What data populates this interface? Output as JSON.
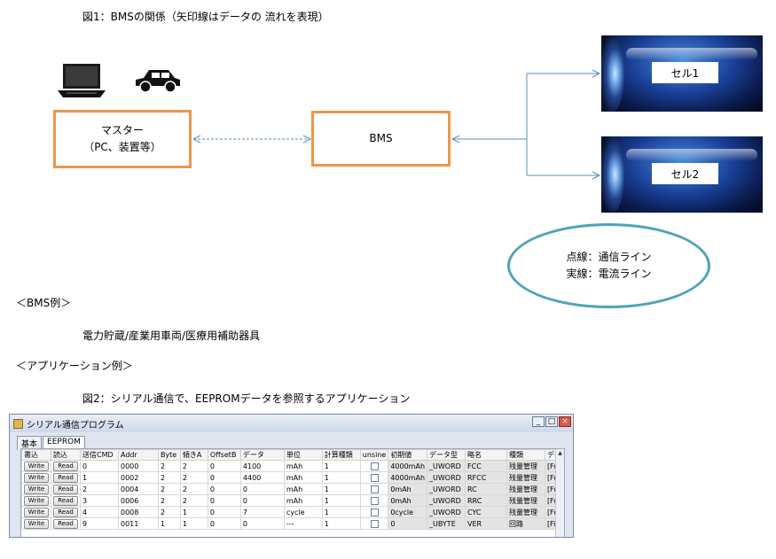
{
  "figure1": {
    "caption": "図1：BMSの関係（矢印線はデータの 流れを表現）",
    "icons": [
      "laptop-icon",
      "car-icon"
    ],
    "master_box": {
      "line1": "マスター",
      "line2": "（PC、装置等）"
    },
    "bms_box": "BMS",
    "cells": [
      "セル1",
      "セル2"
    ],
    "legend": {
      "line1": "点線：通信ライン",
      "line2": "実線：電流ライン"
    },
    "colors": {
      "box_border": "#f0954a",
      "arrow": "#5a8fb8",
      "legend_border": "#4fa3b8"
    }
  },
  "bms_examples": {
    "heading": "＜BMS例＞",
    "text": "電力貯蔵/産業用車両/医療用補助器具"
  },
  "app_examples": {
    "heading": "＜アプリケーション例＞"
  },
  "figure2": {
    "caption": "図2：シリアル通信で、EEPROMデータを参照するアプリケーション",
    "window": {
      "title": "シリアル通信プログラム",
      "tabs": [
        "基本",
        "EEPROM"
      ],
      "active_tab": "EEPROM",
      "columns": [
        "書込",
        "読込",
        "送信CMD",
        "Addr",
        "Byte",
        "傾きA",
        "OffsetB",
        "データ",
        "単位",
        "計算種類",
        "unsine",
        "初期値",
        "データ型",
        "略名",
        "種類",
        "デー"
      ],
      "write_label": "Write",
      "read_label": "Read",
      "rows": [
        {
          "cmd": "0",
          "addr": "0000",
          "byte": "2",
          "slope": "2",
          "offset": "0",
          "data": "4100",
          "unit": "mAh",
          "calc": "1",
          "init": "4000mAh",
          "dtype": "_UWORD",
          "abbr": "FCC",
          "kind": "残量管理",
          "extra": "[Fu"
        },
        {
          "cmd": "1",
          "addr": "0002",
          "byte": "2",
          "slope": "2",
          "offset": "0",
          "data": "4400",
          "unit": "mAh",
          "calc": "1",
          "init": "4000mAh",
          "dtype": "_UWORD",
          "abbr": "RFCC",
          "kind": "残量管理",
          "extra": "[Fu"
        },
        {
          "cmd": "2",
          "addr": "0004",
          "byte": "2",
          "slope": "2",
          "offset": "0",
          "data": "0",
          "unit": "mAh",
          "calc": "1",
          "init": "0mAh",
          "dtype": "_UWORD",
          "abbr": "RC",
          "kind": "残量管理",
          "extra": "[Fu"
        },
        {
          "cmd": "3",
          "addr": "0006",
          "byte": "2",
          "slope": "2",
          "offset": "0",
          "data": "0",
          "unit": "mAh",
          "calc": "1",
          "init": "0mAh",
          "dtype": "_UWORD",
          "abbr": "RRC",
          "kind": "残量管理",
          "extra": "[Fu"
        },
        {
          "cmd": "4",
          "addr": "0008",
          "byte": "2",
          "slope": "1",
          "offset": "0",
          "data": "7",
          "unit": "cycle",
          "calc": "1",
          "init": "0cycle",
          "dtype": "_UWORD",
          "abbr": "CYC",
          "kind": "残量管理",
          "extra": "[Fu"
        },
        {
          "cmd": "9",
          "addr": "0011",
          "byte": "1",
          "slope": "1",
          "offset": "0",
          "data": "0",
          "unit": "---",
          "calc": "1",
          "init": "0",
          "dtype": "_UBYTE",
          "abbr": "VER",
          "kind": "回路",
          "extra": "[Fir"
        }
      ]
    }
  }
}
